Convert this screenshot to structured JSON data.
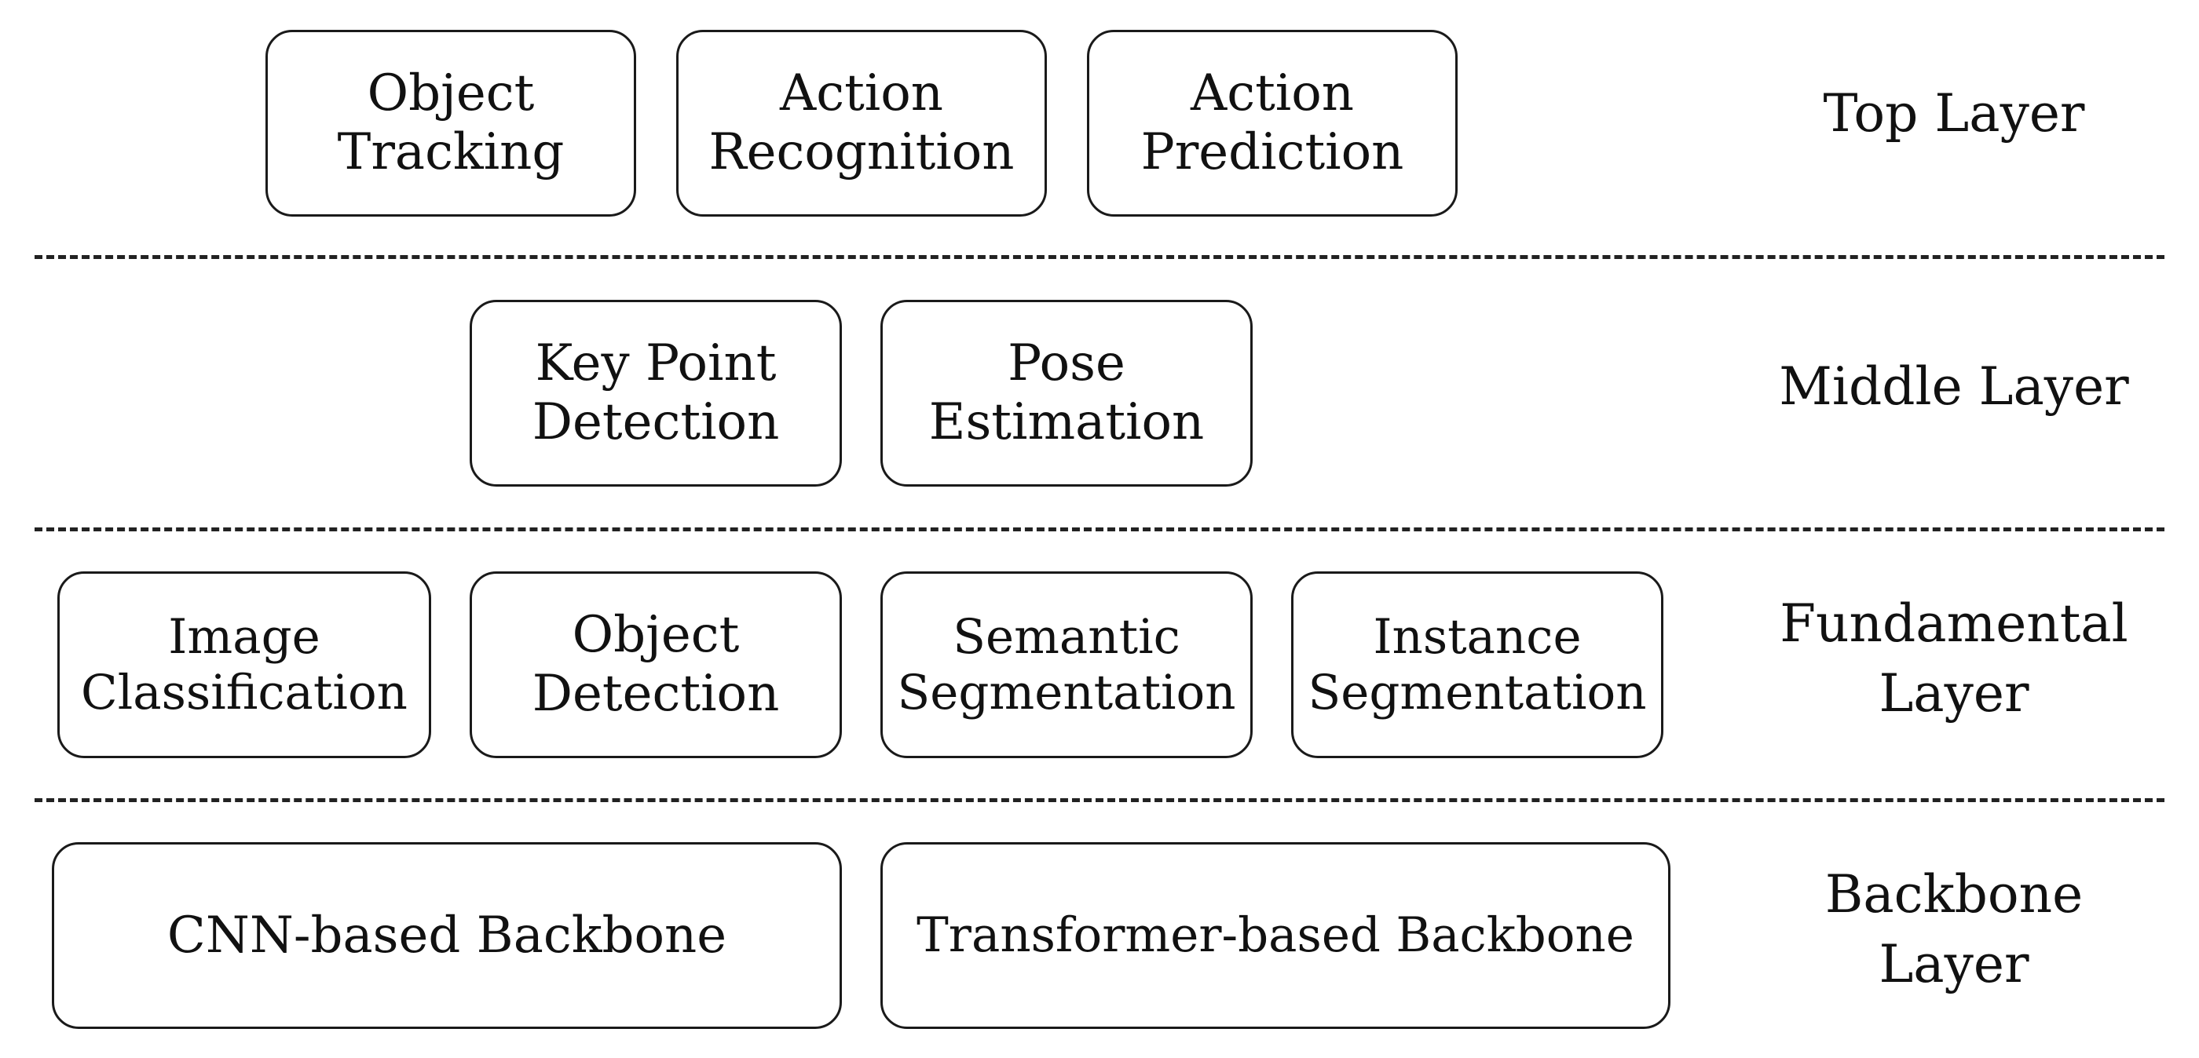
{
  "layers": {
    "top": {
      "label_line1": "Top Layer",
      "boxes": [
        {
          "line1": "Object",
          "line2": "Tracking"
        },
        {
          "line1": "Action",
          "line2": "Recognition"
        },
        {
          "line1": "Action",
          "line2": "Prediction"
        }
      ]
    },
    "middle": {
      "label_line1": "Middle Layer",
      "boxes": [
        {
          "line1": "Key Point",
          "line2": "Detection"
        },
        {
          "line1": "Pose",
          "line2": "Estimation"
        }
      ]
    },
    "fundamental": {
      "label_line1": "Fundamental",
      "label_line2": "Layer",
      "boxes": [
        {
          "line1": "Image",
          "line2": "Classification"
        },
        {
          "line1": "Object",
          "line2": "Detection"
        },
        {
          "line1": "Semantic",
          "line2": "Segmentation"
        },
        {
          "line1": "Instance",
          "line2": "Segmentation"
        }
      ]
    },
    "backbone": {
      "label_line1": "Backbone",
      "label_line2": "Layer",
      "boxes": [
        {
          "line1": "CNN-based Backbone"
        },
        {
          "line1": "Transformer-based Backbone"
        }
      ]
    }
  }
}
